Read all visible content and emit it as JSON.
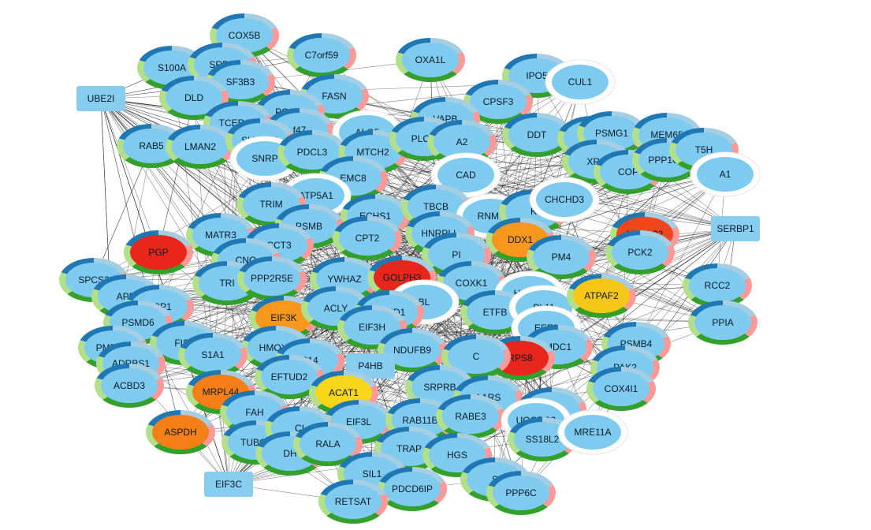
{
  "colors": {
    "node_fill": "#7ecbef",
    "ring_blue": "#1f78b4",
    "ring_light_blue": "#a6cee3",
    "ring_green": "#33a02c",
    "ring_light_green": "#b2df8a",
    "ring_pink": "#fb9a99",
    "ring_white": "#ffffff",
    "red": "#e8261c",
    "red_orange": "#f0461c",
    "orange": "#f57f17",
    "amber": "#f7981d",
    "yellow": "#f7c718",
    "bright_yellow": "#f8d71a",
    "box_fill": "#87cdf0",
    "edge": "#1a1a1a"
  },
  "nodes": [
    {
      "id": "COX5B",
      "label": "COX5B",
      "style": "ring",
      "fill": "node_fill"
    },
    {
      "id": "C7orf59",
      "label": "C7orf59",
      "style": "ring",
      "fill": "node_fill"
    },
    {
      "id": "OXA1L",
      "label": "OXA1L",
      "style": "ring",
      "fill": "node_fill"
    },
    {
      "id": "IPO5",
      "label": "IPO5",
      "style": "ring",
      "fill": "node_fill"
    },
    {
      "id": "CUL1",
      "label": "CUL1",
      "style": "ring_white",
      "fill": "node_fill"
    },
    {
      "id": "S100A",
      "label": "S100A",
      "style": "ring",
      "fill": "node_fill"
    },
    {
      "id": "SRPR",
      "label": "SRPR",
      "style": "ring",
      "fill": "node_fill"
    },
    {
      "id": "SF3B3",
      "label": "SF3B3",
      "style": "ring",
      "fill": "node_fill"
    },
    {
      "id": "UBE2I",
      "label": "UBE2I",
      "style": "box",
      "fill": "box_fill"
    },
    {
      "id": "DLD",
      "label": "DLD",
      "style": "ring",
      "fill": "node_fill"
    },
    {
      "id": "FASN",
      "label": "FASN",
      "style": "ring",
      "fill": "node_fill"
    },
    {
      "id": "CPSF3",
      "label": "CPSF3",
      "style": "ring",
      "fill": "node_fill"
    },
    {
      "id": "PCAT2",
      "label": "PCAT2",
      "style": "ring",
      "fill": "node_fill"
    },
    {
      "id": "TCERG1",
      "label": "TCERG1",
      "style": "ring",
      "fill": "node_fill"
    },
    {
      "id": "f47",
      "label": "f47",
      "style": "ring",
      "fill": "node_fill"
    },
    {
      "id": "ALG5",
      "label": "ALG5",
      "style": "ring_white",
      "fill": "node_fill"
    },
    {
      "id": "VAPB",
      "label": "VAPB",
      "style": "ring",
      "fill": "node_fill"
    },
    {
      "id": "DDT",
      "label": "DDT",
      "style": "ring",
      "fill": "node_fill"
    },
    {
      "id": "C12",
      "label": "C12",
      "style": "ring",
      "fill": "node_fill"
    },
    {
      "id": "PSMG1",
      "label": "PSMG1",
      "style": "ring",
      "fill": "node_fill"
    },
    {
      "id": "MEM65",
      "label": "MEM65",
      "style": "ring",
      "fill": "node_fill"
    },
    {
      "id": "RAB5",
      "label": "RAB5",
      "style": "ring",
      "fill": "node_fill"
    },
    {
      "id": "LMAN2",
      "label": "LMAN2",
      "style": "ring",
      "fill": "node_fill"
    },
    {
      "id": "SUCLG1",
      "label": "SUCLG1",
      "style": "ring",
      "fill": "node_fill"
    },
    {
      "id": "SNRP",
      "label": "SNRP",
      "style": "ring_white",
      "fill": "node_fill"
    },
    {
      "id": "PDCL3",
      "label": "PDCL3",
      "style": "ring",
      "fill": "node_fill"
    },
    {
      "id": "MTCH2",
      "label": "MTCH2",
      "style": "ring",
      "fill": "node_fill"
    },
    {
      "id": "PLOD",
      "label": "PLOD",
      "style": "ring",
      "fill": "node_fill"
    },
    {
      "id": "A2",
      "label": "A2",
      "style": "ring",
      "fill": "node_fill"
    },
    {
      "id": "XRC",
      "label": "XRC",
      "style": "ring",
      "fill": "node_fill"
    },
    {
      "id": "COP",
      "label": "COP",
      "style": "ring",
      "fill": "node_fill"
    },
    {
      "id": "PPP1CB",
      "label": "PPP1CB",
      "style": "ring",
      "fill": "node_fill"
    },
    {
      "id": "T5H",
      "label": "T5H",
      "style": "ring",
      "fill": "node_fill"
    },
    {
      "id": "A1",
      "label": "A1",
      "style": "ring_white",
      "fill": "node_fill"
    },
    {
      "id": "EMC8",
      "label": "EMC8",
      "style": "ring",
      "fill": "node_fill"
    },
    {
      "id": "CAD",
      "label": "CAD",
      "style": "ring_white",
      "fill": "node_fill"
    },
    {
      "id": "ATP5A1",
      "label": "ATP5A1",
      "style": "ring_white",
      "fill": "node_fill"
    },
    {
      "id": "TRIM",
      "label": "TRIM",
      "style": "ring",
      "fill": "node_fill"
    },
    {
      "id": "ECHS1",
      "label": "ECHS1",
      "style": "ring",
      "fill": "node_fill"
    },
    {
      "id": "TBCB",
      "label": "TBCB",
      "style": "ring",
      "fill": "node_fill"
    },
    {
      "id": "RNMT",
      "label": "RNMT",
      "style": "ring_white",
      "fill": "node_fill"
    },
    {
      "id": "K",
      "label": "K",
      "style": "ring",
      "fill": "node_fill"
    },
    {
      "id": "CHCHD3",
      "label": "CHCHD3",
      "style": "ring_white",
      "fill": "node_fill"
    },
    {
      "id": "MATR3",
      "label": "MATR3",
      "style": "ring",
      "fill": "node_fill"
    },
    {
      "id": "PSMB",
      "label": "PSMB",
      "style": "ring",
      "fill": "node_fill"
    },
    {
      "id": "CPT2",
      "label": "CPT2",
      "style": "ring",
      "fill": "node_fill"
    },
    {
      "id": "HNRPLL",
      "label": "HNRPLL",
      "style": "ring",
      "fill": "node_fill"
    },
    {
      "id": "DDX1",
      "label": "DDX1",
      "style": "ring",
      "fill": "amber"
    },
    {
      "id": "MRPL32",
      "label": "MRPL32",
      "style": "ring",
      "fill": "red_orange"
    },
    {
      "id": "SERBP1",
      "label": "SERBP1",
      "style": "box",
      "fill": "box_fill"
    },
    {
      "id": "PGP",
      "label": "PGP",
      "style": "ring",
      "fill": "red"
    },
    {
      "id": "CCT3",
      "label": "CCT3",
      "style": "ring",
      "fill": "node_fill"
    },
    {
      "id": "CNO",
      "label": "CNO",
      "style": "ring",
      "fill": "node_fill"
    },
    {
      "id": "PI",
      "label": "PI",
      "style": "ring",
      "fill": "node_fill"
    },
    {
      "id": "PM4",
      "label": "PM4",
      "style": "ring",
      "fill": "node_fill"
    },
    {
      "id": "PCK2",
      "label": "PCK2",
      "style": "ring",
      "fill": "node_fill"
    },
    {
      "id": "SPCS2",
      "label": "SPCS2",
      "style": "ring",
      "fill": "node_fill"
    },
    {
      "id": "TRI",
      "label": "TRI",
      "style": "ring",
      "fill": "node_fill"
    },
    {
      "id": "PPP2R5E",
      "label": "PPP2R5E",
      "style": "ring",
      "fill": "node_fill"
    },
    {
      "id": "YWHAZ",
      "label": "YWHAZ",
      "style": "ring",
      "fill": "node_fill"
    },
    {
      "id": "GOLPH3",
      "label": "GOLPH3",
      "style": "ring",
      "fill": "red"
    },
    {
      "id": "COXK1",
      "label": "COXK1",
      "style": "ring",
      "fill": "node_fill"
    },
    {
      "id": "HDAC1",
      "label": "HDAC1",
      "style": "ring_white",
      "fill": "node_fill"
    },
    {
      "id": "RCC2",
      "label": "RCC2",
      "style": "ring",
      "fill": "node_fill"
    },
    {
      "id": "APD",
      "label": "APD",
      "style": "ring",
      "fill": "node_fill"
    },
    {
      "id": "ACP1",
      "label": "ACP1",
      "style": "ring",
      "fill": "node_fill"
    },
    {
      "id": "PSMD6",
      "label": "PSMD6",
      "style": "ring",
      "fill": "node_fill"
    },
    {
      "id": "EIF3K",
      "label": "EIF3K",
      "style": "ring",
      "fill": "amber"
    },
    {
      "id": "ACLY",
      "label": "ACLY",
      "style": "ring",
      "fill": "node_fill"
    },
    {
      "id": "BL",
      "label": "BL",
      "style": "ring_white",
      "fill": "node_fill"
    },
    {
      "id": "CAND1",
      "label": "CAND1",
      "style": "ring",
      "fill": "node_fill"
    },
    {
      "id": "ETFB",
      "label": "ETFB",
      "style": "ring",
      "fill": "node_fill"
    },
    {
      "id": "PL11",
      "label": "PL11",
      "style": "ring_white",
      "fill": "node_fill"
    },
    {
      "id": "ATPAF2",
      "label": "ATPAF2",
      "style": "ring",
      "fill": "yellow"
    },
    {
      "id": "PPIA",
      "label": "PPIA",
      "style": "ring",
      "fill": "node_fill"
    },
    {
      "id": "EIF3H",
      "label": "EIF3H",
      "style": "ring",
      "fill": "node_fill"
    },
    {
      "id": "EEF2",
      "label": "EEF2",
      "style": "ring_white",
      "fill": "node_fill"
    },
    {
      "id": "PMPCB",
      "label": "PMPCB",
      "style": "ring",
      "fill": "node_fill"
    },
    {
      "id": "FIS1",
      "label": "FIS1",
      "style": "ring",
      "fill": "node_fill"
    },
    {
      "id": "HMOX2",
      "label": "HMOX2",
      "style": "ring",
      "fill": "node_fill"
    },
    {
      "id": "NDUFB9",
      "label": "NDUFB9",
      "style": "ring",
      "fill": "node_fill"
    },
    {
      "id": "MDC1",
      "label": "MDC1",
      "style": "ring",
      "fill": "node_fill"
    },
    {
      "id": "PSMB4",
      "label": "PSMB4",
      "style": "ring",
      "fill": "node_fill"
    },
    {
      "id": "RPS8",
      "label": "RPS8",
      "style": "ring",
      "fill": "red"
    },
    {
      "id": "ADRBS1",
      "label": "ADRBS1",
      "style": "ring",
      "fill": "node_fill"
    },
    {
      "id": "S1A1",
      "label": "S1A1",
      "style": "ring",
      "fill": "node_fill"
    },
    {
      "id": "P14",
      "label": "P14",
      "style": "ring",
      "fill": "node_fill"
    },
    {
      "id": "P4HB",
      "label": "P4HB",
      "style": "box",
      "fill": "box_fill"
    },
    {
      "id": "C",
      "label": "C",
      "style": "ring",
      "fill": "node_fill"
    },
    {
      "id": "PAK2",
      "label": "PAK2",
      "style": "ring",
      "fill": "node_fill"
    },
    {
      "id": "ACBD3",
      "label": "ACBD3",
      "style": "ring",
      "fill": "node_fill"
    },
    {
      "id": "EFTUD2",
      "label": "EFTUD2",
      "style": "ring",
      "fill": "node_fill"
    },
    {
      "id": "MRPL44",
      "label": "MRPL44",
      "style": "ring",
      "fill": "orange"
    },
    {
      "id": "ACAT1",
      "label": "ACAT1",
      "style": "ring",
      "fill": "bright_yellow"
    },
    {
      "id": "SRPRB",
      "label": "SRPRB",
      "style": "ring",
      "fill": "node_fill"
    },
    {
      "id": "AARS",
      "label": "AARS",
      "style": "ring",
      "fill": "node_fill"
    },
    {
      "id": "COX4I1",
      "label": "COX4I1",
      "style": "ring",
      "fill": "node_fill"
    },
    {
      "id": "EFC4",
      "label": "EFC4",
      "style": "ring",
      "fill": "node_fill"
    },
    {
      "id": "FAH",
      "label": "FAH",
      "style": "ring",
      "fill": "node_fill"
    },
    {
      "id": "EIF3L",
      "label": "EIF3L",
      "style": "ring",
      "fill": "node_fill"
    },
    {
      "id": "RAB11B",
      "label": "RAB11B",
      "style": "ring",
      "fill": "node_fill"
    },
    {
      "id": "RABE3",
      "label": "RABE3",
      "style": "ring",
      "fill": "node_fill"
    },
    {
      "id": "UQCRC2",
      "label": "UQCRC2",
      "style": "ring_white",
      "fill": "node_fill"
    },
    {
      "id": "ASPDH",
      "label": "ASPDH",
      "style": "ring",
      "fill": "orange"
    },
    {
      "id": "SS18L2",
      "label": "SS18L2",
      "style": "ring",
      "fill": "node_fill"
    },
    {
      "id": "MRE11A",
      "label": "MRE11A",
      "style": "ring_white",
      "fill": "node_fill"
    },
    {
      "id": "TUBG1",
      "label": "TUBG1",
      "style": "ring",
      "fill": "node_fill"
    },
    {
      "id": "CI",
      "label": "CI",
      "style": "ring",
      "fill": "node_fill"
    },
    {
      "id": "DH",
      "label": "DH",
      "style": "ring",
      "fill": "node_fill"
    },
    {
      "id": "RALA",
      "label": "RALA",
      "style": "ring",
      "fill": "node_fill"
    },
    {
      "id": "TRAP",
      "label": "TRAP",
      "style": "ring",
      "fill": "node_fill"
    },
    {
      "id": "HGS",
      "label": "HGS",
      "style": "ring",
      "fill": "node_fill"
    },
    {
      "id": "EIF3C",
      "label": "EIF3C",
      "style": "box",
      "fill": "box_fill"
    },
    {
      "id": "SIL1",
      "label": "SIL1",
      "style": "ring",
      "fill": "node_fill"
    },
    {
      "id": "PDCD6IP",
      "label": "PDCD6IP",
      "style": "ring",
      "fill": "node_fill"
    },
    {
      "id": "S_frag",
      "label": "S",
      "style": "ring",
      "fill": "node_fill"
    },
    {
      "id": "PPP6C",
      "label": "PPP6C",
      "style": "ring",
      "fill": "node_fill"
    },
    {
      "id": "RETSAT",
      "label": "RETSAT",
      "style": "ring",
      "fill": "node_fill"
    }
  ]
}
